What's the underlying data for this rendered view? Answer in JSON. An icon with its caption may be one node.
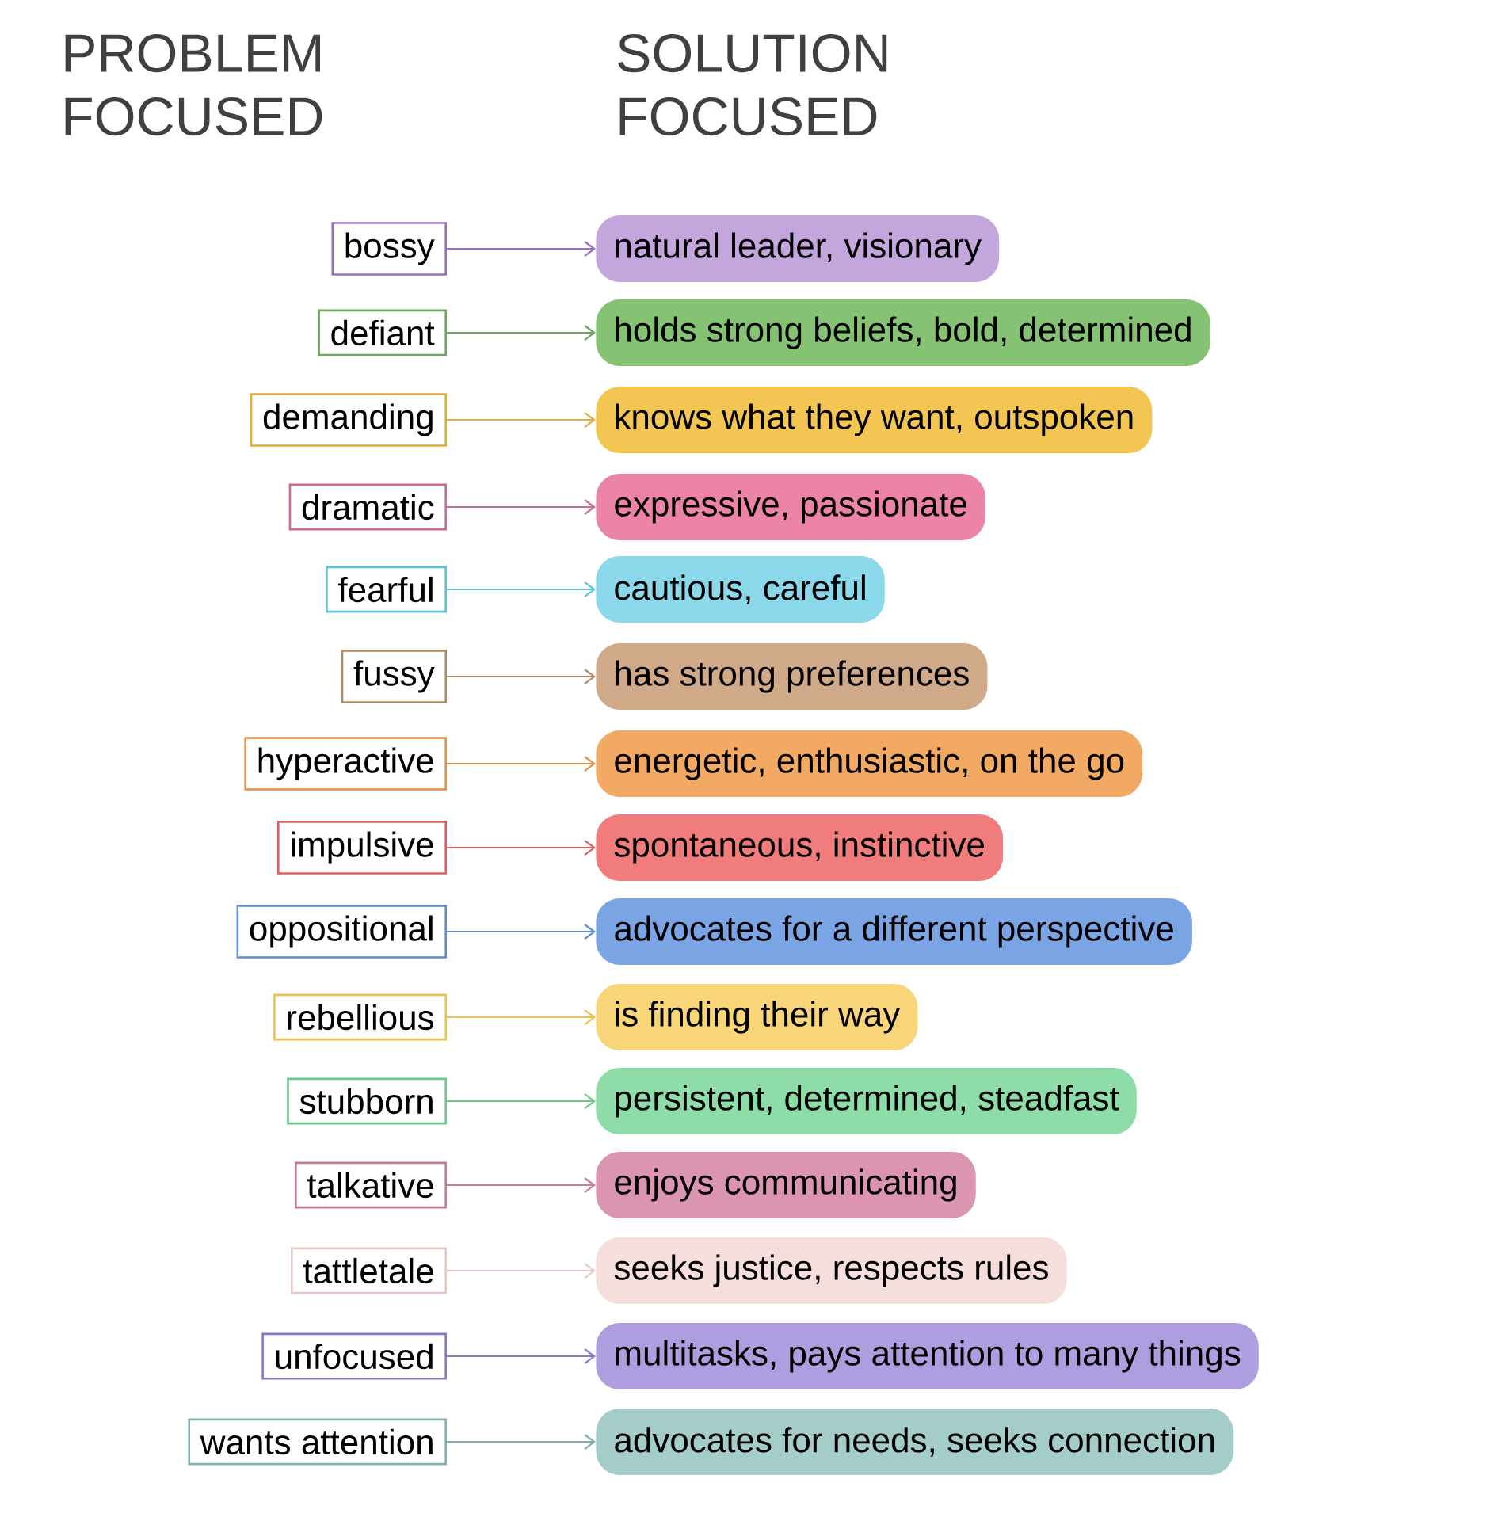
{
  "diagram": {
    "nodes": [
      {
        "text": [
          "bossy"
        ]
      },
      {
        "text": [
          "natural leader, visionary"
        ]
      },
      {
        "text": [
          "defiant"
        ]
      },
      {
        "text": [
          "holds strong beliefs, bold, determined"
        ]
      },
      {
        "text": [
          "demanding"
        ]
      },
      {
        "text": [
          "knows what they want, outspoken"
        ]
      },
      {
        "text": [
          "dramatic"
        ]
      },
      {
        "text": [
          "expressive, passionate"
        ]
      },
      {
        "text": [
          "fearful"
        ]
      },
      {
        "text": [
          "cautious, careful"
        ]
      },
      {
        "text": [
          "fussy"
        ]
      },
      {
        "text": [
          "has strong preferences"
        ]
      },
      {
        "text": [
          "hyperactive"
        ]
      },
      {
        "text": [
          "energetic, enthusiastic, on the go"
        ]
      },
      {
        "text": [
          "impulsive"
        ]
      },
      {
        "text": [
          "spontaneous, instinctive"
        ]
      },
      {
        "text": [
          "oppositional"
        ]
      },
      {
        "text": [
          "advocates for a different perspective"
        ]
      },
      {
        "text": [
          "rebellious"
        ]
      },
      {
        "text": [
          "is finding their way"
        ]
      },
      {
        "text": [
          "stubborn"
        ]
      },
      {
        "text": [
          "persistent, determined, steadfast"
        ]
      },
      {
        "text": [
          "talkative"
        ]
      },
      {
        "text": [
          "enjoys communicating"
        ]
      },
      {
        "text": [
          "tattletale"
        ]
      },
      {
        "text": [
          "seeks justice, respects rules"
        ]
      },
      {
        "text": [
          "unfocused"
        ]
      },
      {
        "text": [
          "multitasks, pays attention to many things"
        ]
      },
      {
        "text": [
          "wants attention"
        ]
      },
      {
        "text": [
          "advocates for needs, seeks connection"
        ]
      }
    ],
    "edges": [
      {
        "from": 0,
        "to": 1,
        "arrow": "to",
        "color": "#9a6fc0"
      },
      {
        "from": 2,
        "to": 3,
        "arrow": "to",
        "color": "#6aa85a"
      },
      {
        "from": 4,
        "to": 5,
        "arrow": "to",
        "color": "#e0ad3a"
      },
      {
        "from": 6,
        "to": 7,
        "arrow": "to",
        "color": "#c86a96"
      },
      {
        "from": 8,
        "to": 9,
        "arrow": "to",
        "color": "#5fc0d8"
      },
      {
        "from": 10,
        "to": 11,
        "arrow": "to",
        "color": "#b08a66"
      },
      {
        "from": 12,
        "to": 13,
        "arrow": "to",
        "color": "#e08f48"
      },
      {
        "from": 14,
        "to": 15,
        "arrow": "to",
        "color": "#e05f62"
      },
      {
        "from": 16,
        "to": 17,
        "arrow": "to",
        "color": "#5f8bd0"
      },
      {
        "from": 18,
        "to": 19,
        "arrow": "to",
        "color": "#f0c050"
      },
      {
        "from": 20,
        "to": 21,
        "arrow": "to",
        "color": "#6cc88a"
      },
      {
        "from": 22,
        "to": 23,
        "arrow": "to",
        "color": "#c87898"
      },
      {
        "from": 24,
        "to": 25,
        "arrow": "to",
        "color": "#e8c8c4"
      },
      {
        "from": 26,
        "to": 27,
        "arrow": "to",
        "color": "#8878c8"
      },
      {
        "from": 28,
        "to": 29,
        "arrow": "to",
        "color": "#7fb0ae"
      }
    ],
    "labels": [
      "PROBLEM FOCUSED",
      "SOLUTION FOCUSED"
    ]
  }
}
